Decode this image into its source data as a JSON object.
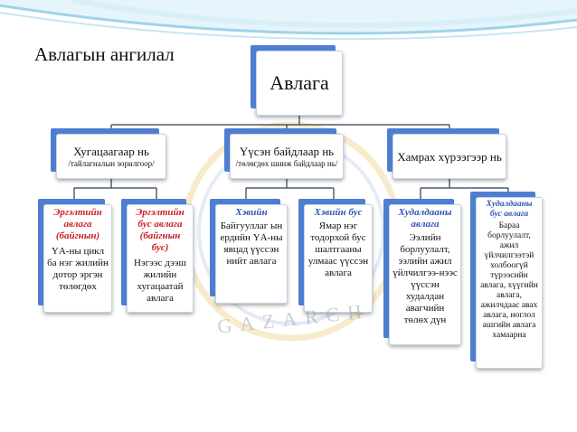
{
  "slide_title": "Авлагын ангилал",
  "root": {
    "label": "Авлага"
  },
  "categories": [
    {
      "title": "Хугацаагаар нь",
      "subtitle": "/тайлагналын зорилгоор/",
      "children": [
        {
          "heading": "Эргэлтийн авлага (байгнын)",
          "body": "ҮА-ны цикл ба нэг жилийн дотор эргэн төлөгдөх",
          "heading_color": "#c8202a"
        },
        {
          "heading": "Эргэлтийн бус авлага (байгнын бус)",
          "body": "Нэгээс дээш жилийн хугацаатай авлага",
          "heading_color": "#c8202a"
        }
      ]
    },
    {
      "title": "Үүсэн байдлаар нь",
      "subtitle": "/төлөгдөх шинж байдлаар нь/",
      "children": [
        {
          "heading": "Хэвийн",
          "body": "Байгууллаг ын ердийн ҮА-ны явцад үүссэн нийт авлага",
          "heading_color": "#2f56b6"
        },
        {
          "heading": "Хэвийн бус",
          "body": "Ямар нэг тодорхой бус шалтгааны улмаас үүссэн авлага",
          "heading_color": "#2f56b6"
        }
      ]
    },
    {
      "title": "Хамрах хүрээгээр нь",
      "subtitle": "",
      "children": [
        {
          "heading": "Худалдааны авлага",
          "body": "Ээлийн борлуулалт, ээлийн ажил үйлчилгээ-нээс үүссэн худалдан авагчийн төлөх дүн",
          "heading_color": "#2f56b6"
        },
        {
          "heading": "Худалдааны бус авлага",
          "body": "Бараа борлуулалт, ажил үйлчилгээтэй холбоогүй түрээсийн авлага, хүүгийн авлага, ажилчдаас авах авлага, ноглол ашгийн авлага хамаарна",
          "heading_color": "#2f56b6"
        }
      ]
    }
  ],
  "watermark": "GAZARCH",
  "colors": {
    "box_border": "#c6d4e6",
    "box_shadow": "#4f7ed1",
    "connector": "#2b3a52",
    "bg_wave": "#b7dcee"
  }
}
